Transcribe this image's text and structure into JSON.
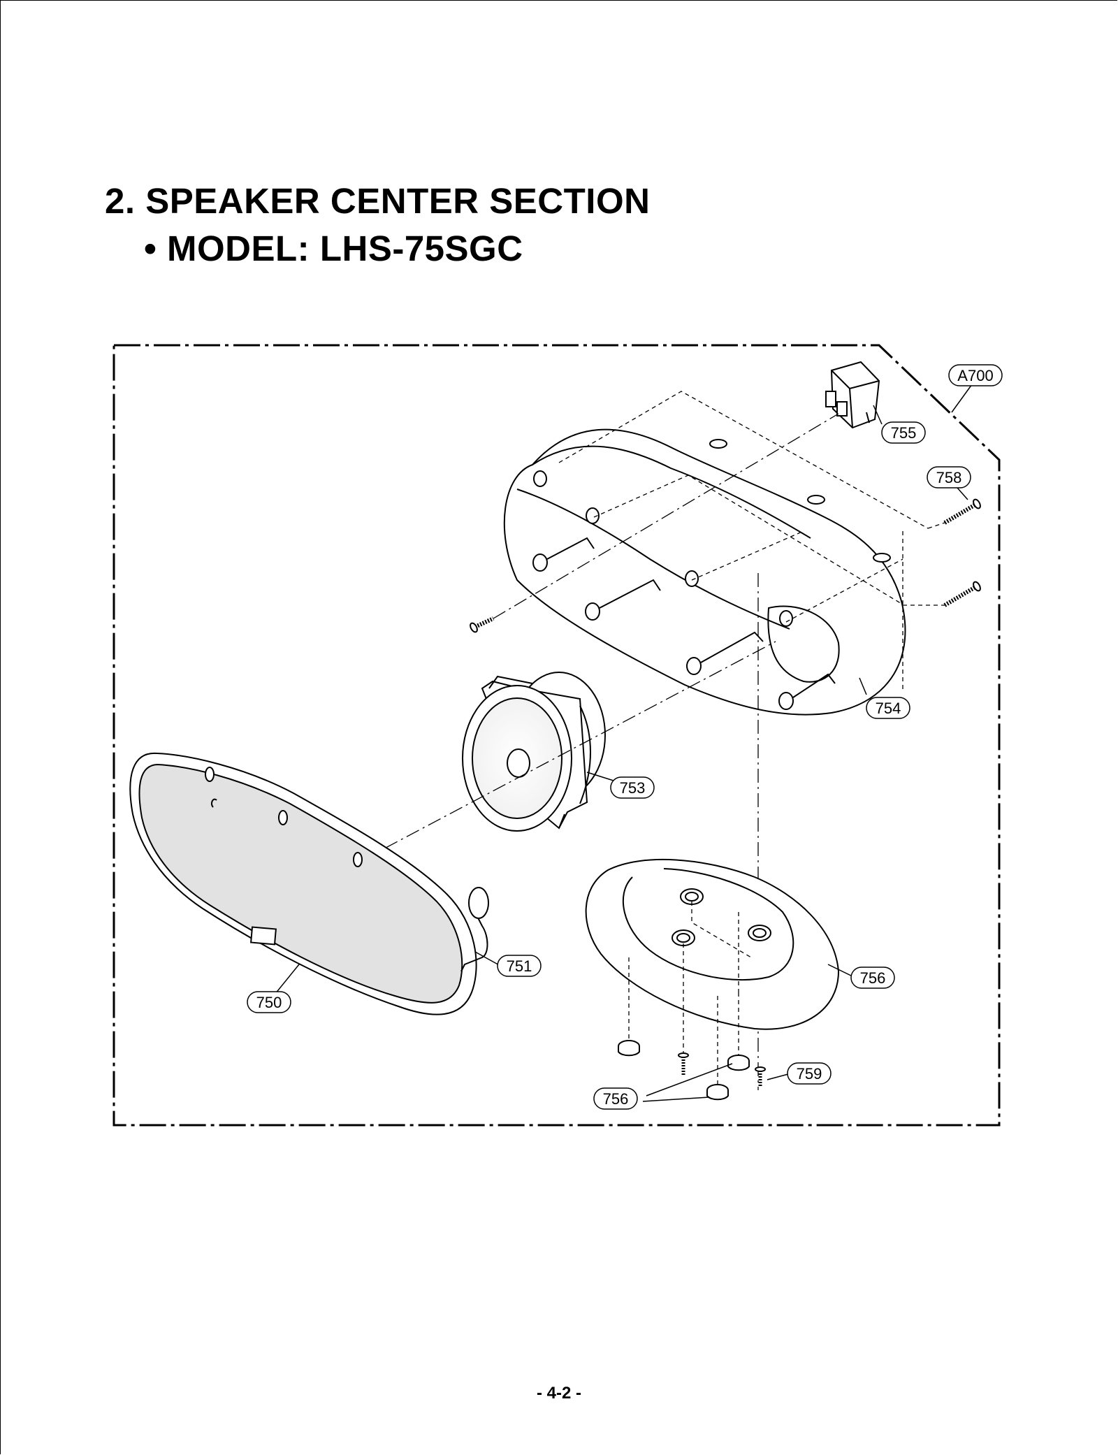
{
  "section": {
    "title": "2. SPEAKER CENTER SECTION",
    "model": "• MODEL: LHS-75SGC"
  },
  "assembly": {
    "label": "A700"
  },
  "parts": [
    {
      "id": "p755",
      "label": "755"
    },
    {
      "id": "p758",
      "label": "758"
    },
    {
      "id": "p754",
      "label": "754"
    },
    {
      "id": "p753",
      "label": "753"
    },
    {
      "id": "p751",
      "label": "751"
    },
    {
      "id": "p750",
      "label": "750"
    },
    {
      "id": "p756a",
      "label": "756"
    },
    {
      "id": "p759",
      "label": "759"
    },
    {
      "id": "p756b",
      "label": "756"
    }
  ],
  "footer": {
    "page_number": "- 4-2 -"
  },
  "colors": {
    "line": "#000000",
    "grille_fill": "#e2e2e2",
    "background": "#ffffff"
  }
}
